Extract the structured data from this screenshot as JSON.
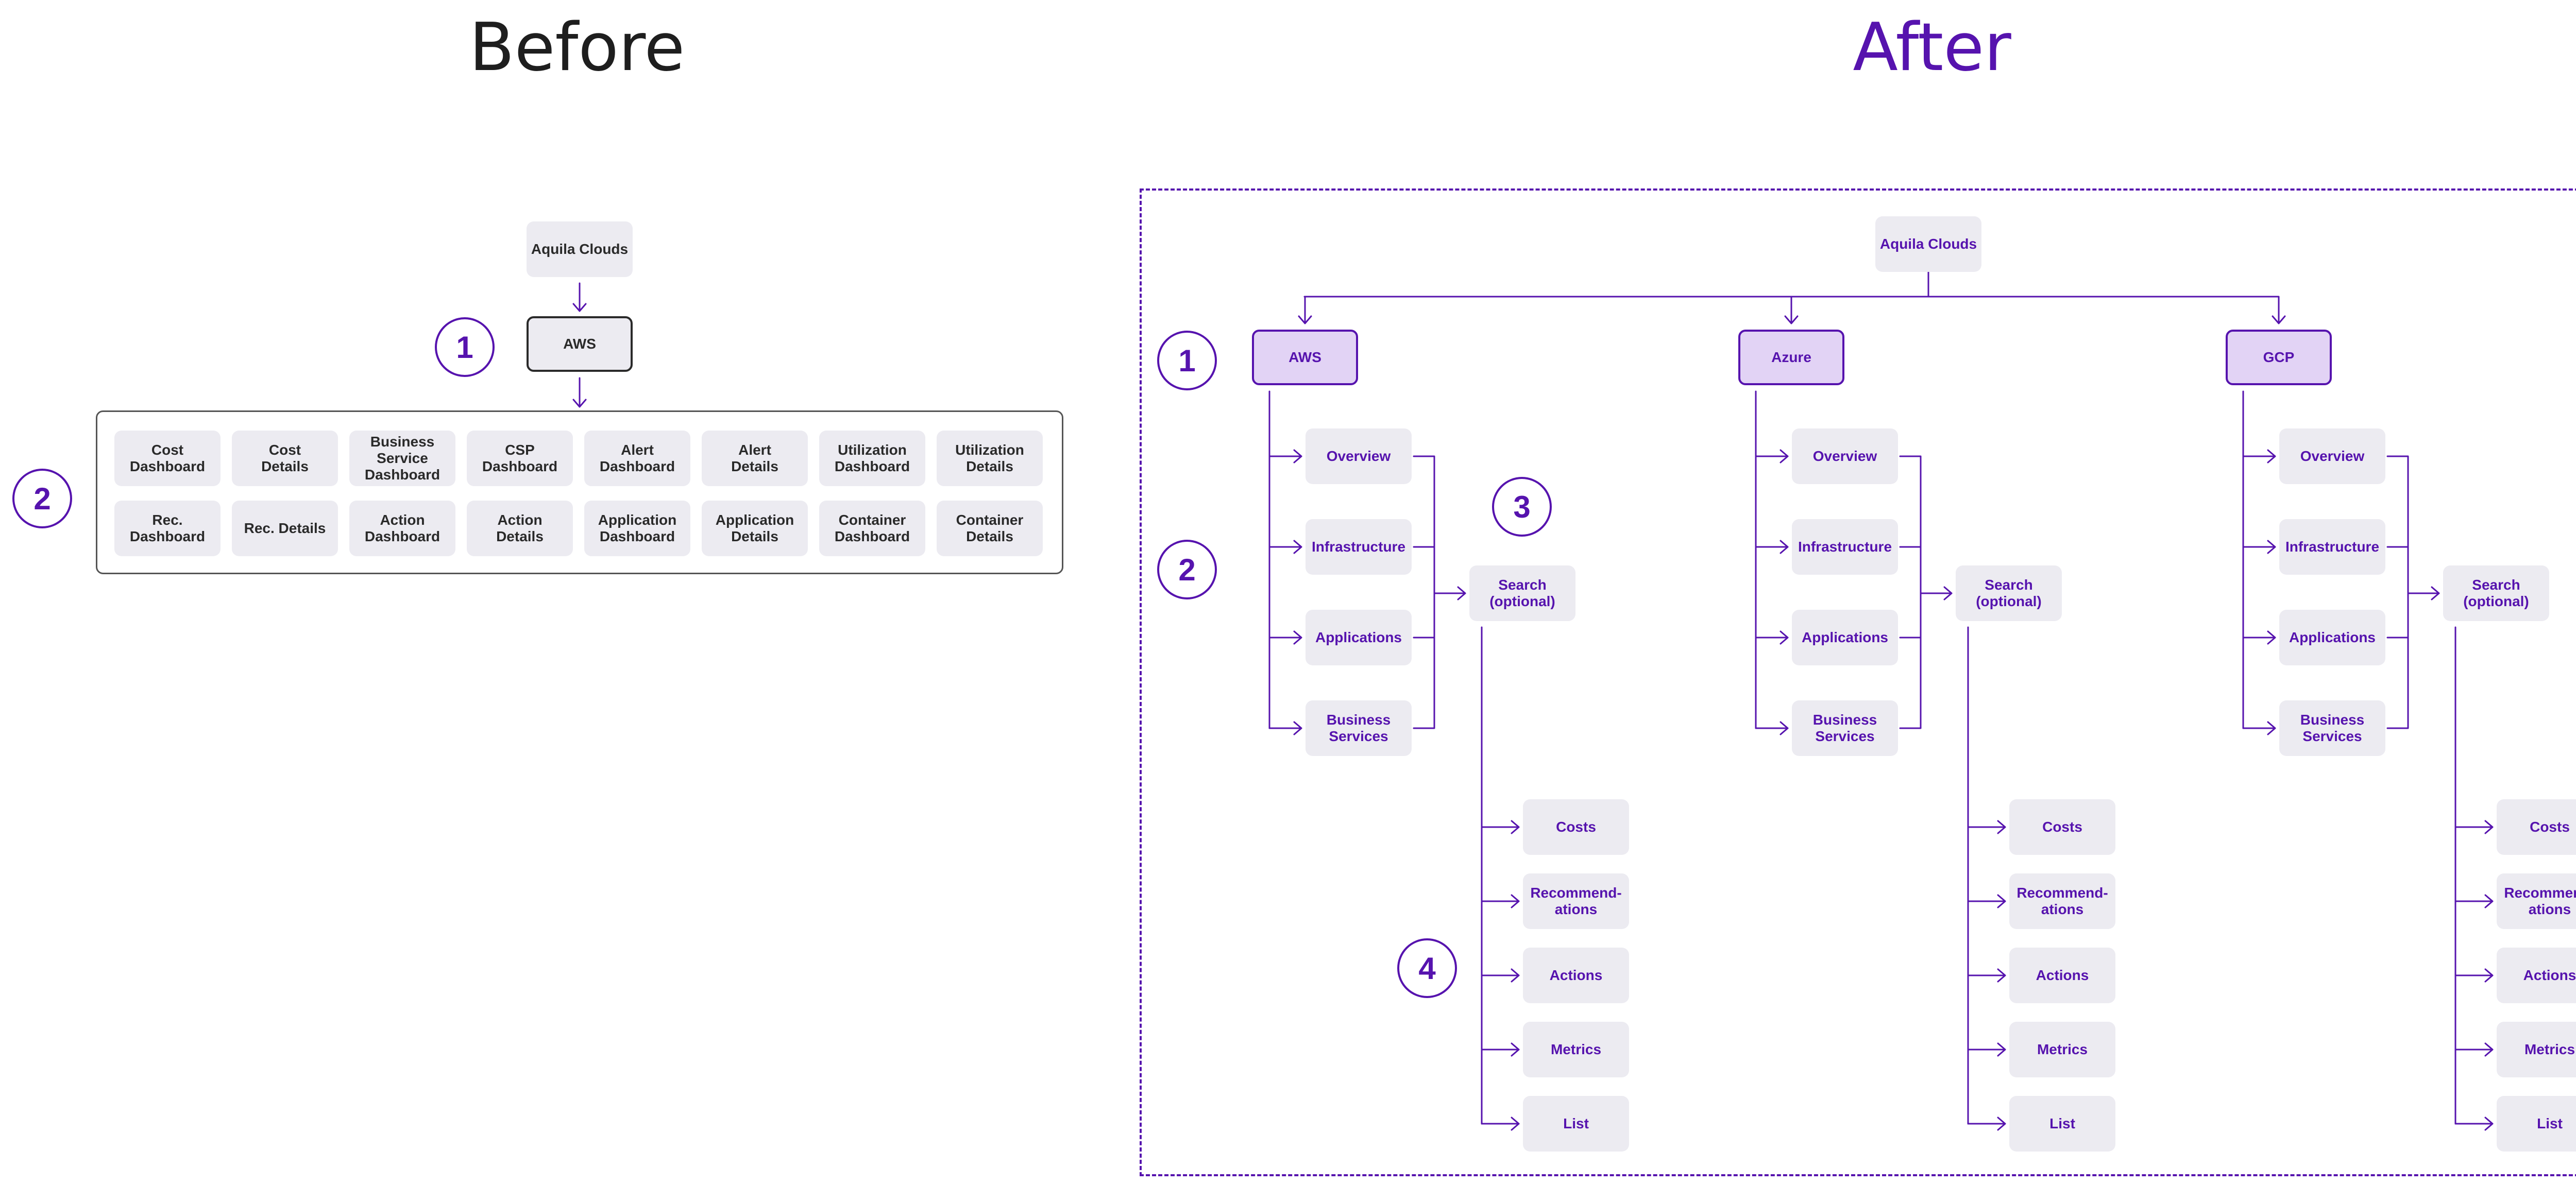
{
  "headings": {
    "before": "Before",
    "after": "After"
  },
  "colors": {
    "accent": "#5613ae",
    "node_fill": "#ecebf1",
    "cloud_fill": "#e2d3f5",
    "dark": "#2a2a2a"
  },
  "before": {
    "root": "Aquila Clouds",
    "cloud": "AWS",
    "badges": [
      "1",
      "2"
    ],
    "pages_row1": [
      "Cost\nDashboard",
      "Cost\nDetails",
      "Business\nService\nDashboard",
      "CSP\nDashboard",
      "Alert\nDashboard",
      "Alert\nDetails",
      "Utilization\nDashboard",
      "Utilization\nDetails"
    ],
    "pages_row2": [
      "Rec.\nDashboard",
      "Rec. Details",
      "Action\nDashboard",
      "Action\nDetails",
      "Application\nDashboard",
      "Application\nDetails",
      "Container\nDashboard",
      "Container\nDetails"
    ]
  },
  "after": {
    "root": "Aquila Clouds",
    "badges": [
      "1",
      "2",
      "3",
      "4"
    ],
    "clouds": [
      {
        "name": "AWS",
        "sections": [
          "Overview",
          "Infrastructure",
          "Applications",
          "Business\nServices"
        ],
        "search": "Search\n(optional)",
        "results": [
          "Costs",
          "Recommend-\nations",
          "Actions",
          "Metrics",
          "List"
        ]
      },
      {
        "name": "Azure",
        "sections": [
          "Overview",
          "Infrastructure",
          "Applications",
          "Business\nServices"
        ],
        "search": "Search\n(optional)",
        "results": [
          "Costs",
          "Recommend-\nations",
          "Actions",
          "Metrics",
          "List"
        ]
      },
      {
        "name": "GCP",
        "sections": [
          "Overview",
          "Infrastructure",
          "Applications",
          "Business\nServices"
        ],
        "search": "Search\n(optional)",
        "results": [
          "Costs",
          "Recommend-\nations",
          "Actions",
          "Metrics",
          "List"
        ]
      }
    ]
  }
}
